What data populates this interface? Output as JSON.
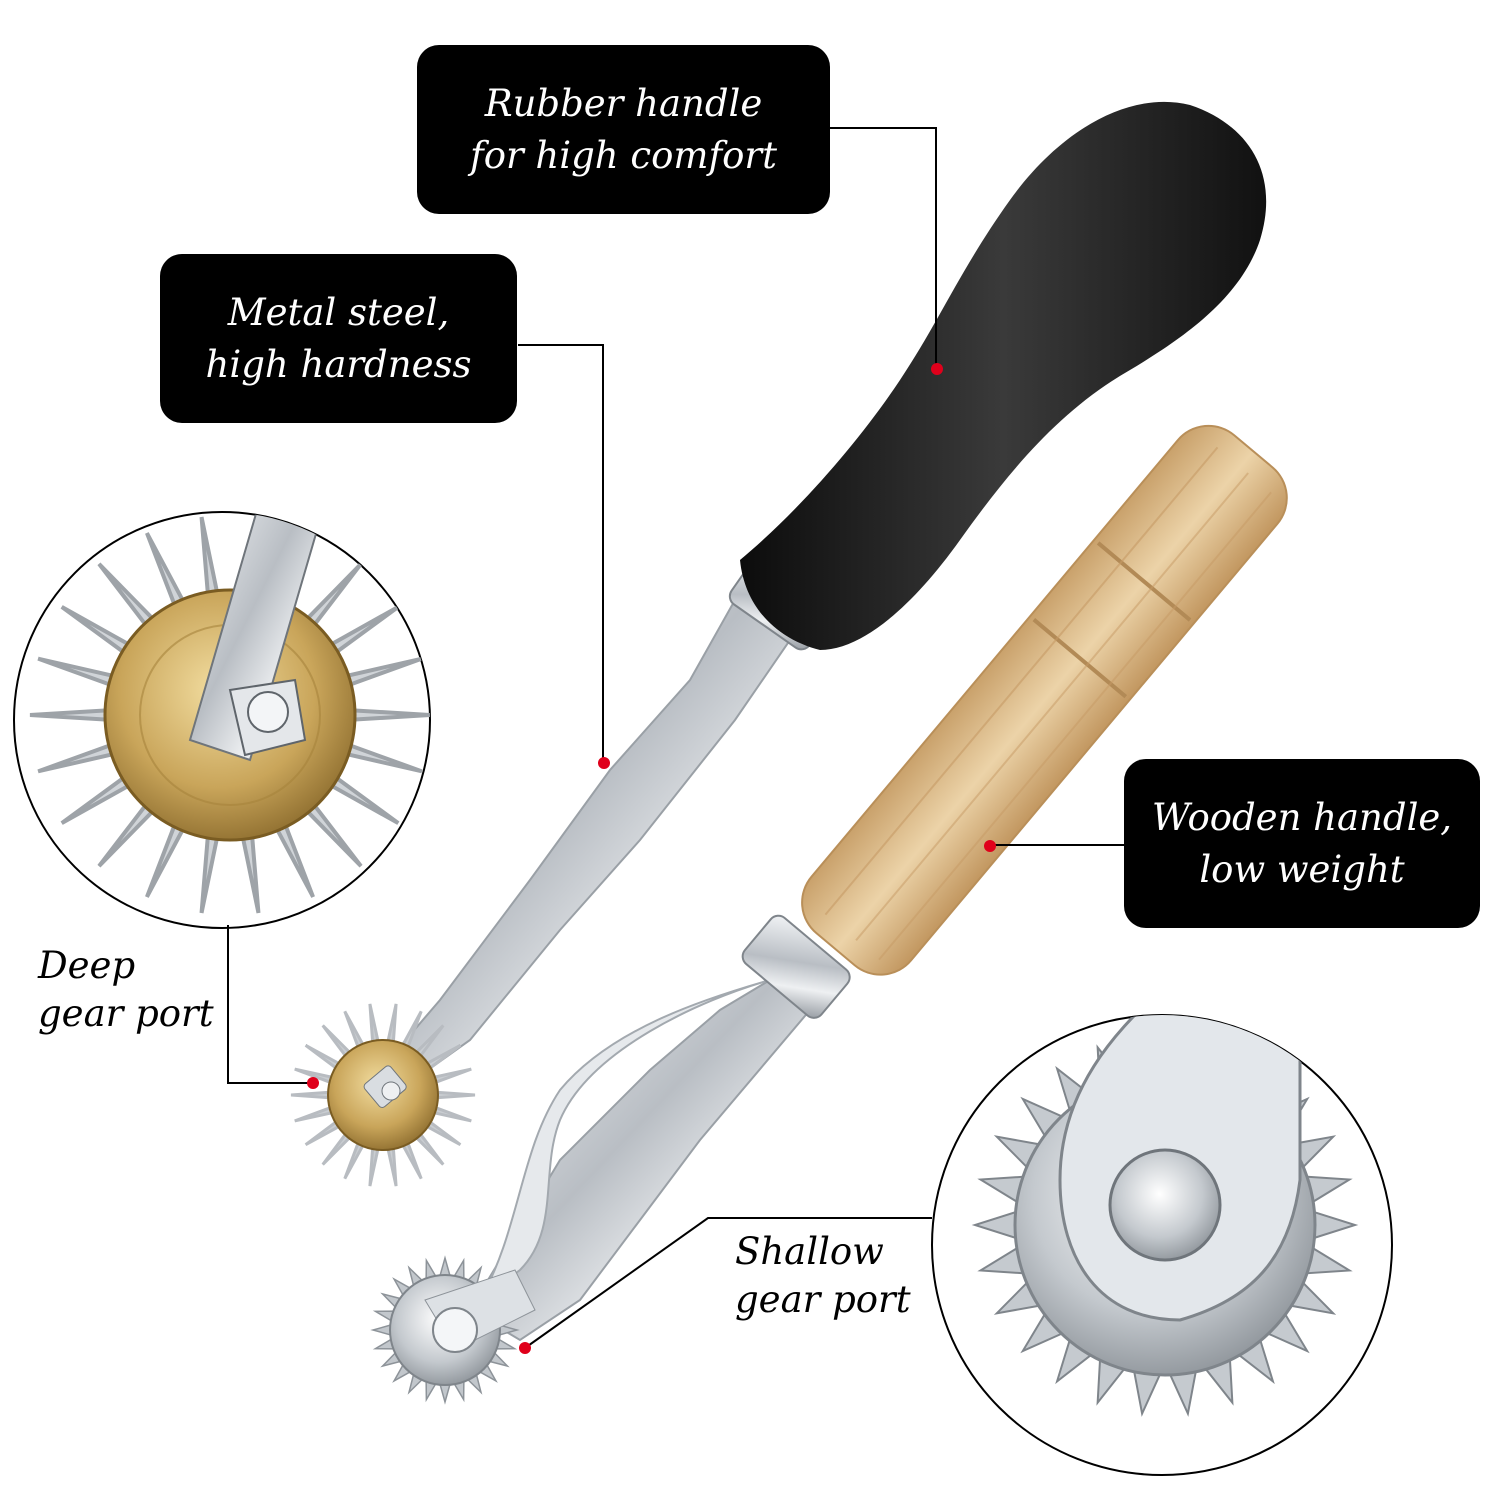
{
  "callouts": {
    "rubber_handle": {
      "line1": "Rubber handle",
      "line2": "for high comfort"
    },
    "metal_steel": {
      "line1": "Metal steel,",
      "line2": "high hardness"
    },
    "wooden_handle": {
      "line1": "Wooden handle,",
      "line2": "low weight"
    },
    "deep_gear": {
      "line1": "Deep",
      "line2": "gear port"
    },
    "shallow_gear": {
      "line1": "Shallow",
      "line2": "gear port"
    }
  },
  "colors": {
    "marker_dot": "#e0001b",
    "callout_bg": "#000000",
    "callout_text": "#ffffff",
    "rubber": "#1a1a1a",
    "wood": "#d9b98a",
    "steel": "#c8ccd0",
    "brass": "#c9a55a"
  }
}
